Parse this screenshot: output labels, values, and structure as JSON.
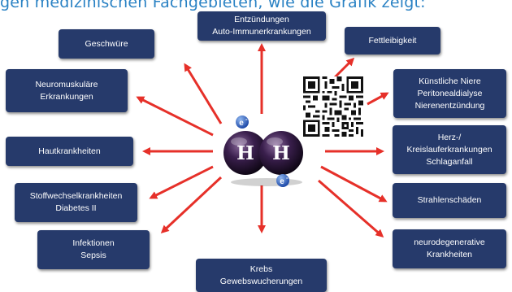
{
  "header": {
    "text": "gen medizinischen Fachgebieten, wie die Grafik zeigt:"
  },
  "colors": {
    "box": "#263a6b",
    "arrow": "#e63029",
    "header": "#2a82c4",
    "atom": "#3a1f4d"
  },
  "center": {
    "atom1": "H",
    "atom2": "H",
    "electron": "e",
    "electron_sup": "-"
  },
  "boxes": {
    "geschwuere": {
      "lines": [
        "Geschwüre"
      ]
    },
    "entzuendungen": {
      "lines": [
        "Entzündungen",
        "Auto-Immunerkrankungen"
      ]
    },
    "fettleibigkeit": {
      "lines": [
        "Fettleibigkeit"
      ]
    },
    "neuromuskulaer": {
      "lines": [
        "Neuromuskuläre",
        "Erkrankungen"
      ]
    },
    "niere": {
      "lines": [
        "Künstliche Niere",
        "Peritonealdialyse",
        "Nierenentzündung"
      ]
    },
    "haut": {
      "lines": [
        "Hautkrankheiten"
      ]
    },
    "herz": {
      "lines": [
        "Herz-/",
        "Kreislauferkrankungen",
        "Schlaganfall"
      ]
    },
    "stoffwechsel": {
      "lines": [
        "Stoffwechselkrankheiten",
        "Diabetes II"
      ]
    },
    "strahlen": {
      "lines": [
        "Strahlenschäden"
      ]
    },
    "infektionen": {
      "lines": [
        "Infektionen",
        "Sepsis"
      ]
    },
    "neuro": {
      "lines": [
        "neurodegenerative",
        "Krankheiten"
      ]
    },
    "krebs": {
      "lines": [
        "Krebs",
        "Gewebswucherungen"
      ]
    }
  }
}
